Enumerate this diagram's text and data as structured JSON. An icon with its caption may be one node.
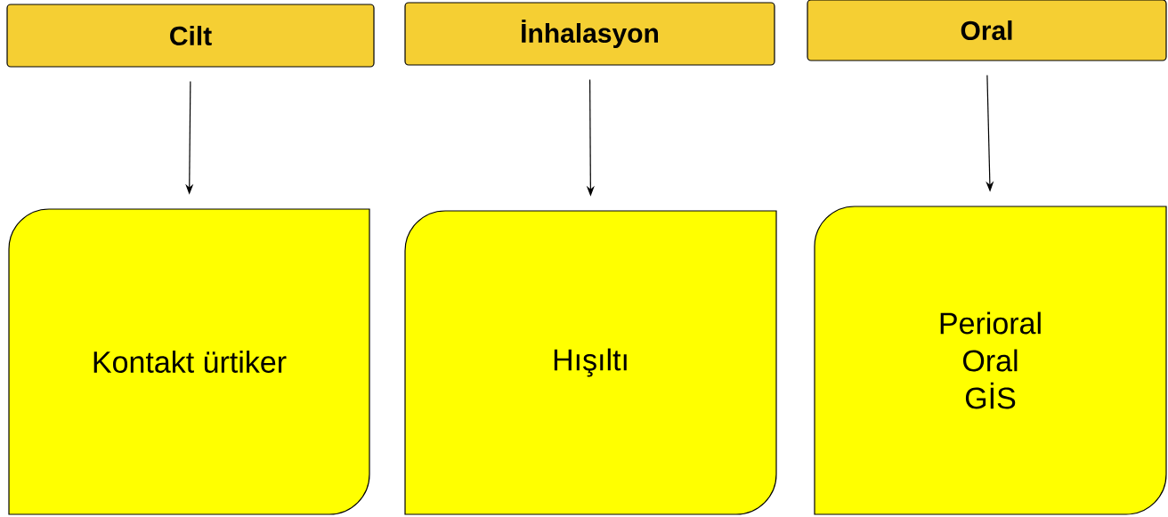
{
  "diagram": {
    "nodes": [
      {
        "text": [
          "Cilt"
        ]
      },
      {
        "text": [
          "İnhalasyon"
        ]
      },
      {
        "text": [
          "Oral"
        ]
      },
      {
        "text": [
          "Kontakt ürtiker"
        ]
      },
      {
        "text": [
          "Hışıltı"
        ]
      },
      {
        "text": [
          "Perioral",
          "Oral",
          "GİS"
        ]
      }
    ],
    "edges": [
      {
        "from": 0,
        "to": 3,
        "arrow": "to"
      },
      {
        "from": 1,
        "to": 4,
        "arrow": "to"
      },
      {
        "from": 2,
        "to": 5,
        "arrow": "to"
      }
    ]
  }
}
